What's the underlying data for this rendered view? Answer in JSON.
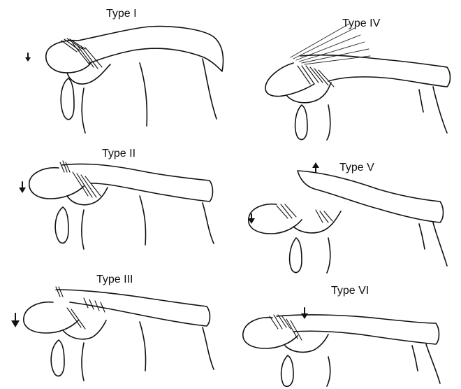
{
  "panels": [
    {
      "label": "Type I"
    },
    {
      "label": "Type IV"
    },
    {
      "label": "Type II"
    },
    {
      "label": "Type V"
    },
    {
      "label": "Type III"
    },
    {
      "label": "Type VI"
    }
  ]
}
